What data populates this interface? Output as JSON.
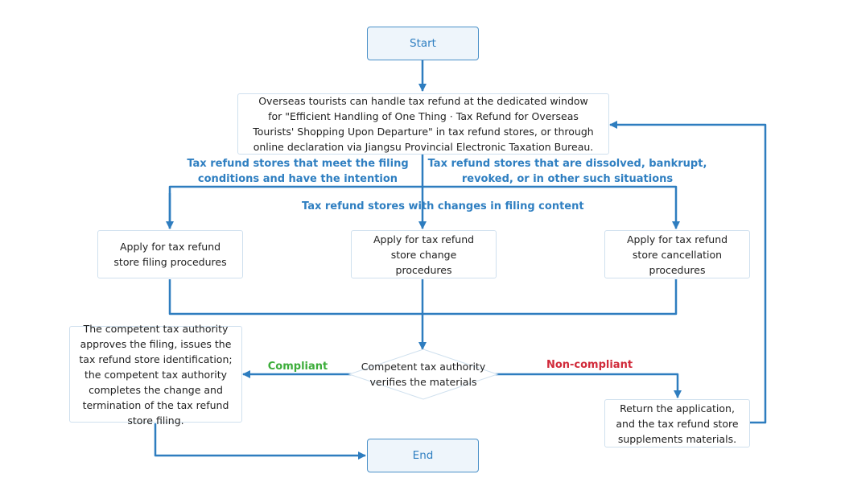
{
  "start": "Start",
  "end": "End",
  "steps": {
    "entry": "Overseas tourists can handle tax refund at the dedicated window for \"Efficient Handling of One Thing · Tax Refund for Overseas Tourists' Shopping Upon Departure\" in tax refund stores, or through online declaration via Jiangsu Provincial Electronic Taxation Bureau.",
    "filing": "Apply for tax refund store filing procedures",
    "change": "Apply for tax refund store change procedures",
    "cancellation": "Apply for tax refund store cancellation procedures",
    "verify": "Competent tax authority verifies the materials",
    "approve": "The competent tax authority approves the filing, issues the tax refund store identification; the competent tax authority completes the change and termination of the tax refund store filing.",
    "return": "Return the application, and the tax refund store supplements materials."
  },
  "branch_labels": {
    "filing": "Tax refund stores that meet the filing conditions and have the intention",
    "cancellation": "Tax refund stores that are dissolved, bankrupt, revoked, or in other such situations",
    "change": "Tax refund stores with changes in filing content",
    "compliant": "Compliant",
    "non_compliant": "Non-compliant"
  },
  "colors": {
    "connector": "#2e7dbf",
    "label_blue": "#2f7fc1",
    "label_green": "#3cad3a",
    "label_red": "#d12a3a",
    "box_border": "#cfe0ee"
  }
}
